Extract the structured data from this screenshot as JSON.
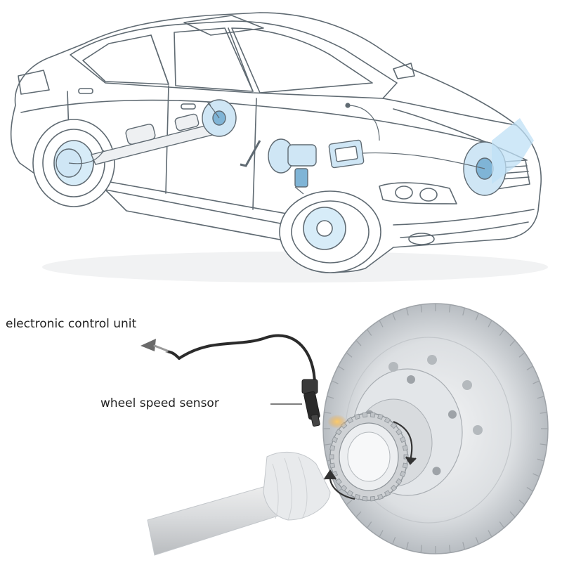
{
  "labels": {
    "electronic_control_unit": "electronic control unit",
    "wheel_speed_sensor": "wheel speed sensor"
  },
  "colors": {
    "outline": "#5f6a72",
    "light_outline": "#9aa3aa",
    "component_blue": "#cfe6f5",
    "component_blue_dark": "#7fb4d6",
    "highlight_beam": "#bfe0f5",
    "rotor_gray": "#d2d5d8",
    "rotor_dark": "#9ea3a8",
    "cable": "#2b2b2b",
    "sensor_glow": "#f0a030",
    "arrow": "#333333"
  },
  "icons": {
    "car": "car-cutaway",
    "rotor": "brake-rotor",
    "sensor": "wheel-speed-sensor"
  }
}
